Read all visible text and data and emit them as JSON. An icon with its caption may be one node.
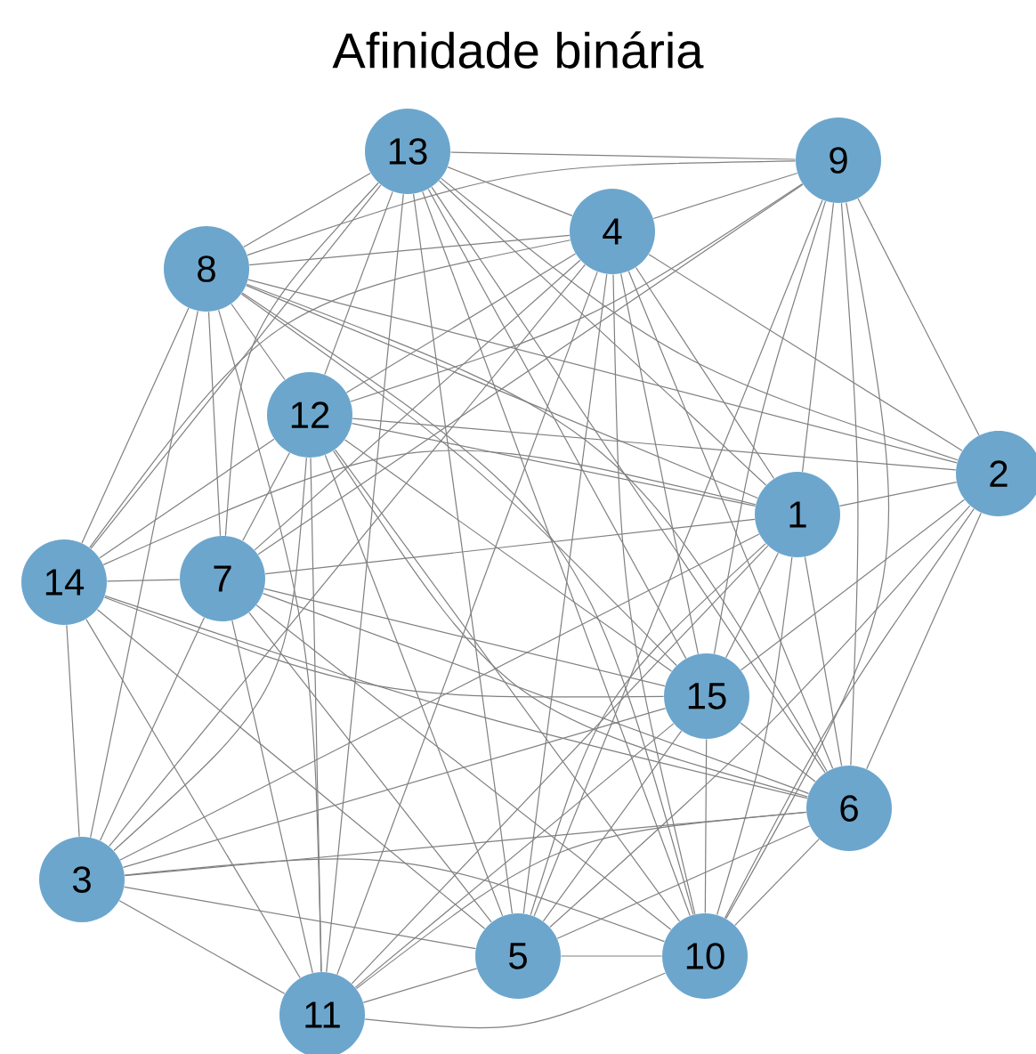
{
  "diagram": {
    "title": "Afinidade binária",
    "nodes": [
      {
        "text": [
          "13"
        ]
      },
      {
        "text": [
          "9"
        ]
      },
      {
        "text": [
          "4"
        ]
      },
      {
        "text": [
          "8"
        ]
      },
      {
        "text": [
          "12"
        ]
      },
      {
        "text": [
          "2"
        ]
      },
      {
        "text": [
          "1"
        ]
      },
      {
        "text": [
          "14"
        ]
      },
      {
        "text": [
          "7"
        ]
      },
      {
        "text": [
          "15"
        ]
      },
      {
        "text": [
          "6"
        ]
      },
      {
        "text": [
          "3"
        ]
      },
      {
        "text": [
          "5"
        ]
      },
      {
        "text": [
          "10"
        ]
      },
      {
        "text": [
          "11"
        ]
      }
    ],
    "edges": [
      {
        "from": 0,
        "to": 1,
        "arrow": "none"
      },
      {
        "from": 0,
        "to": 3,
        "arrow": "none"
      },
      {
        "from": 0,
        "to": 4,
        "arrow": "none"
      },
      {
        "from": 0,
        "to": 7,
        "arrow": "none"
      },
      {
        "from": 0,
        "to": 8,
        "arrow": "none"
      },
      {
        "from": 0,
        "to": 14,
        "arrow": "none"
      },
      {
        "from": 0,
        "to": 12,
        "arrow": "none"
      },
      {
        "from": 0,
        "to": 13,
        "arrow": "none"
      },
      {
        "from": 0,
        "to": 9,
        "arrow": "none"
      },
      {
        "from": 0,
        "to": 10,
        "arrow": "none"
      },
      {
        "from": 0,
        "to": 6,
        "arrow": "none"
      },
      {
        "from": 0,
        "to": 5,
        "arrow": "none"
      },
      {
        "from": 0,
        "to": 2,
        "arrow": "none"
      },
      {
        "from": 3,
        "to": 1,
        "arrow": "none"
      },
      {
        "from": 3,
        "to": 2,
        "arrow": "none"
      },
      {
        "from": 3,
        "to": 5,
        "arrow": "none"
      },
      {
        "from": 3,
        "to": 6,
        "arrow": "none"
      },
      {
        "from": 3,
        "to": 9,
        "arrow": "none"
      },
      {
        "from": 3,
        "to": 10,
        "arrow": "none"
      },
      {
        "from": 3,
        "to": 7,
        "arrow": "none"
      },
      {
        "from": 3,
        "to": 11,
        "arrow": "none"
      },
      {
        "from": 3,
        "to": 14,
        "arrow": "none"
      },
      {
        "from": 3,
        "to": 8,
        "arrow": "none"
      },
      {
        "from": 3,
        "to": 4,
        "arrow": "none"
      },
      {
        "from": 3,
        "to": 13,
        "arrow": "none"
      },
      {
        "from": 4,
        "to": 2,
        "arrow": "none"
      },
      {
        "from": 4,
        "to": 1,
        "arrow": "none"
      },
      {
        "from": 4,
        "to": 5,
        "arrow": "none"
      },
      {
        "from": 4,
        "to": 6,
        "arrow": "none"
      },
      {
        "from": 4,
        "to": 9,
        "arrow": "none"
      },
      {
        "from": 4,
        "to": 10,
        "arrow": "none"
      },
      {
        "from": 4,
        "to": 13,
        "arrow": "none"
      },
      {
        "from": 4,
        "to": 12,
        "arrow": "none"
      },
      {
        "from": 4,
        "to": 14,
        "arrow": "none"
      },
      {
        "from": 4,
        "to": 8,
        "arrow": "none"
      },
      {
        "from": 4,
        "to": 7,
        "arrow": "none"
      },
      {
        "from": 4,
        "to": 11,
        "arrow": "none"
      },
      {
        "from": 8,
        "to": 6,
        "arrow": "none"
      },
      {
        "from": 8,
        "to": 2,
        "arrow": "none"
      },
      {
        "from": 8,
        "to": 1,
        "arrow": "none"
      },
      {
        "from": 8,
        "to": 7,
        "arrow": "none"
      },
      {
        "from": 8,
        "to": 9,
        "arrow": "none"
      },
      {
        "from": 8,
        "to": 10,
        "arrow": "none"
      },
      {
        "from": 8,
        "to": 13,
        "arrow": "none"
      },
      {
        "from": 8,
        "to": 12,
        "arrow": "none"
      },
      {
        "from": 8,
        "to": 14,
        "arrow": "none"
      },
      {
        "from": 8,
        "to": 11,
        "arrow": "none"
      },
      {
        "from": 7,
        "to": 2,
        "arrow": "none"
      },
      {
        "from": 7,
        "to": 6,
        "arrow": "none"
      },
      {
        "from": 7,
        "to": 9,
        "arrow": "none"
      },
      {
        "from": 7,
        "to": 10,
        "arrow": "none"
      },
      {
        "from": 7,
        "to": 12,
        "arrow": "none"
      },
      {
        "from": 7,
        "to": 14,
        "arrow": "none"
      },
      {
        "from": 7,
        "to": 11,
        "arrow": "none"
      },
      {
        "from": 11,
        "to": 2,
        "arrow": "none"
      },
      {
        "from": 11,
        "to": 6,
        "arrow": "none"
      },
      {
        "from": 11,
        "to": 9,
        "arrow": "none"
      },
      {
        "from": 11,
        "to": 10,
        "arrow": "none"
      },
      {
        "from": 11,
        "to": 12,
        "arrow": "none"
      },
      {
        "from": 11,
        "to": 13,
        "arrow": "none"
      },
      {
        "from": 11,
        "to": 14,
        "arrow": "none"
      },
      {
        "from": 14,
        "to": 12,
        "arrow": "none"
      },
      {
        "from": 14,
        "to": 13,
        "arrow": "none"
      },
      {
        "from": 14,
        "to": 9,
        "arrow": "none"
      },
      {
        "from": 14,
        "to": 6,
        "arrow": "none"
      },
      {
        "from": 14,
        "to": 10,
        "arrow": "none"
      },
      {
        "from": 14,
        "to": 2,
        "arrow": "none"
      },
      {
        "from": 12,
        "to": 2,
        "arrow": "none"
      },
      {
        "from": 12,
        "to": 1,
        "arrow": "none"
      },
      {
        "from": 12,
        "to": 6,
        "arrow": "none"
      },
      {
        "from": 12,
        "to": 9,
        "arrow": "none"
      },
      {
        "from": 12,
        "to": 5,
        "arrow": "none"
      },
      {
        "from": 12,
        "to": 10,
        "arrow": "none"
      },
      {
        "from": 12,
        "to": 13,
        "arrow": "none"
      },
      {
        "from": 13,
        "to": 2,
        "arrow": "none"
      },
      {
        "from": 13,
        "to": 1,
        "arrow": "none"
      },
      {
        "from": 13,
        "to": 6,
        "arrow": "none"
      },
      {
        "from": 13,
        "to": 5,
        "arrow": "none"
      },
      {
        "from": 13,
        "to": 10,
        "arrow": "none"
      },
      {
        "from": 13,
        "to": 9,
        "arrow": "none"
      },
      {
        "from": 10,
        "to": 1,
        "arrow": "none"
      },
      {
        "from": 10,
        "to": 2,
        "arrow": "none"
      },
      {
        "from": 10,
        "to": 5,
        "arrow": "none"
      },
      {
        "from": 10,
        "to": 6,
        "arrow": "none"
      },
      {
        "from": 10,
        "to": 9,
        "arrow": "none"
      },
      {
        "from": 9,
        "to": 1,
        "arrow": "none"
      },
      {
        "from": 9,
        "to": 2,
        "arrow": "none"
      },
      {
        "from": 9,
        "to": 5,
        "arrow": "none"
      },
      {
        "from": 9,
        "to": 6,
        "arrow": "none"
      },
      {
        "from": 6,
        "to": 1,
        "arrow": "none"
      },
      {
        "from": 6,
        "to": 2,
        "arrow": "none"
      },
      {
        "from": 6,
        "to": 5,
        "arrow": "none"
      },
      {
        "from": 5,
        "to": 1,
        "arrow": "none"
      },
      {
        "from": 5,
        "to": 2,
        "arrow": "none"
      },
      {
        "from": 2,
        "to": 1,
        "arrow": "none"
      }
    ]
  }
}
